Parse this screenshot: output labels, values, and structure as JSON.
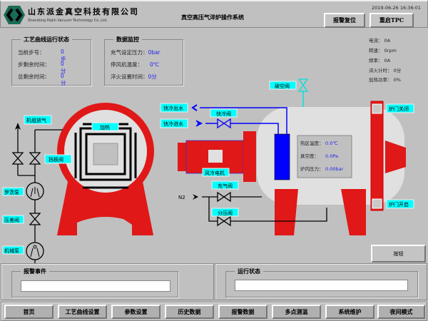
{
  "header": {
    "company_cn": "山东派金真空科技有限公司",
    "company_en": "Shandong Paijin Vacuum Technology Co.,Ltd.",
    "title": "真空高压气淬炉操作系统",
    "datetime": "2019-06-26 16:36:01",
    "alarm_reset_label": "报警复位",
    "restart_label": "重启TPC"
  },
  "process_status": {
    "title": "工艺曲线运行状态",
    "items": [
      {
        "label": "当前步号：",
        "value": "0步"
      },
      {
        "label": "步剩余时间：",
        "value": "0分"
      },
      {
        "label": "总剩余时间：",
        "value": "0分"
      }
    ]
  },
  "data_monitor": {
    "title": "数据监控",
    "items": [
      {
        "label": "充气设定压力：",
        "value": "0bar"
      },
      {
        "label": "停风机温度：",
        "value": "0℃"
      },
      {
        "label": "淬火设置时间：",
        "value": "0分"
      }
    ]
  },
  "stats": [
    {
      "label": "电流：",
      "value": "0A"
    },
    {
      "label": "转速：",
      "value": "0rpm"
    },
    {
      "label": "频率：",
      "value": "0A"
    },
    {
      "label": "淬火计时：",
      "value": "0分"
    },
    {
      "label": "加热功率：",
      "value": "0%"
    }
  ],
  "diagram": {
    "vent": "机组放气",
    "heating": "加热",
    "baffle_valve": "挡板阀",
    "roots_pump": "罗茨泵",
    "diff_valve": "压差阀",
    "mech_pump": "机械泵",
    "cool_out": "快冷出水",
    "cool_valve": "快冷阀",
    "cool_in": "快冷进水",
    "fan_motor": "风冷电机",
    "fill_valve": "充气阀",
    "partial_valve": "分压阀",
    "n2": "N2",
    "break_valve": "破空阀",
    "door_close": "炉门关闭",
    "door_open": "炉门开启"
  },
  "hot_zone": [
    {
      "label": "热区温度：",
      "value": "0.0℃"
    },
    {
      "label": "真空度：",
      "value": "0.0Pa"
    },
    {
      "label": "炉内压力：",
      "value": "0.00bar"
    }
  ],
  "button_label": "按钮",
  "alarm_panel": {
    "title": "报警事件",
    "value": ""
  },
  "run_panel": {
    "title": "运行状态",
    "value": ""
  },
  "nav": [
    "首页",
    "工艺曲线设置",
    "参数设置",
    "历史数据",
    "报警数据",
    "多点测温",
    "系统维护",
    "夜间模式"
  ],
  "colors": {
    "red": "#e01818",
    "cyan": "#00ffff",
    "blue": "#0000ff",
    "label_blue": "#2222ee"
  }
}
